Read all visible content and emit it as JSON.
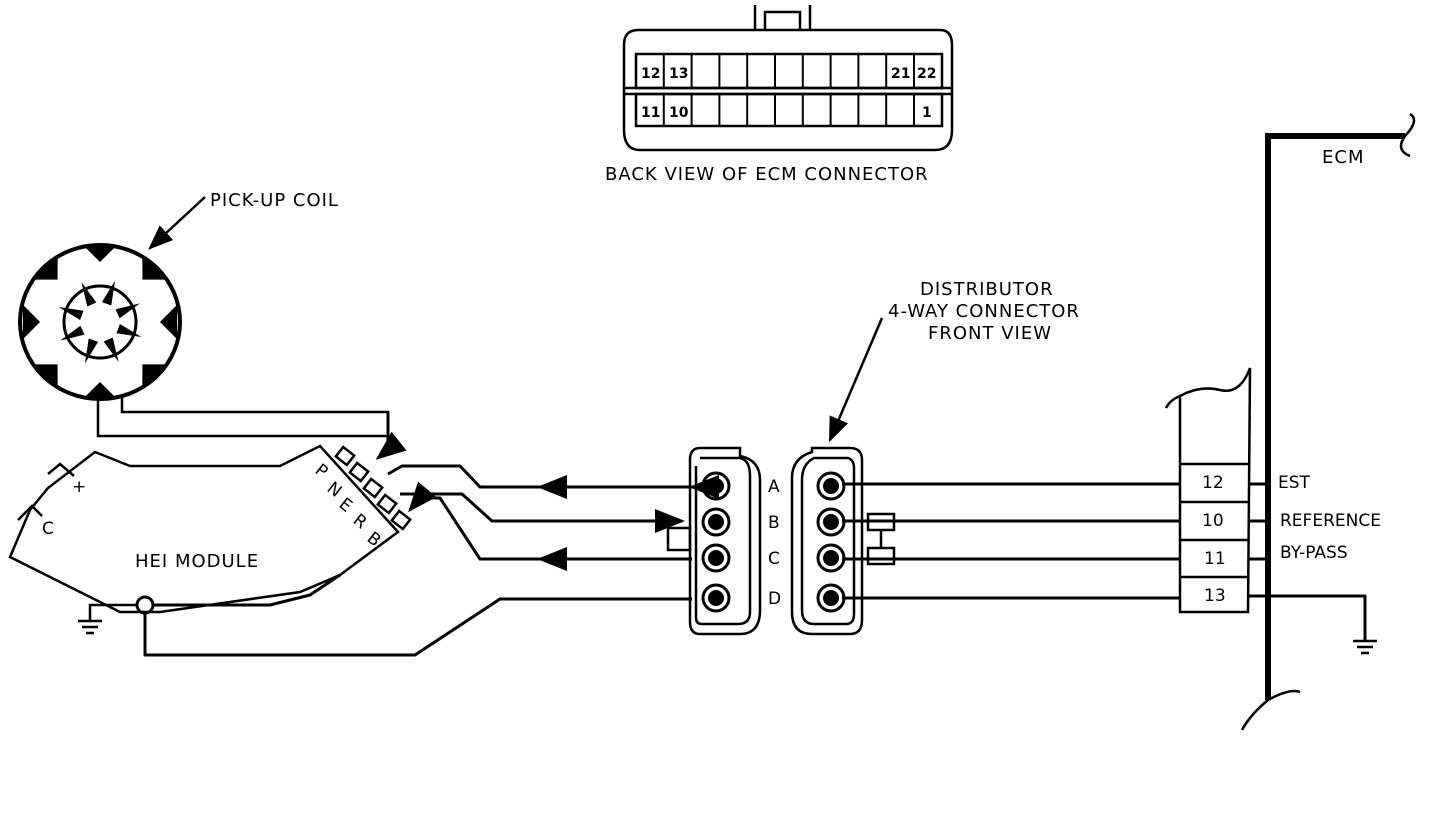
{
  "ecm_connector": {
    "caption": "BACK VIEW OF ECM CONNECTOR",
    "top_row": [
      "12",
      "13",
      "21",
      "22"
    ],
    "bottom_row": [
      "11",
      "10",
      "1"
    ]
  },
  "pickup_coil": {
    "label": "PICK-UP COIL"
  },
  "hei_module": {
    "label": "HEI MODULE",
    "c_label": "C",
    "plus_label": "+",
    "terminals": [
      "P",
      "N",
      "E",
      "R",
      "B"
    ]
  },
  "distributor_connector": {
    "title_line1": "DISTRIBUTOR",
    "title_line2": "4-WAY CONNECTOR",
    "title_line3": "FRONT VIEW",
    "pins": [
      "A",
      "B",
      "C",
      "D"
    ]
  },
  "ecm": {
    "label": "ECM",
    "terminals": [
      {
        "number": "12",
        "name": "EST"
      },
      {
        "number": "10",
        "name": "REFERENCE"
      },
      {
        "number": "11",
        "name": "BY-PASS"
      },
      {
        "number": "13",
        "name": ""
      }
    ]
  }
}
